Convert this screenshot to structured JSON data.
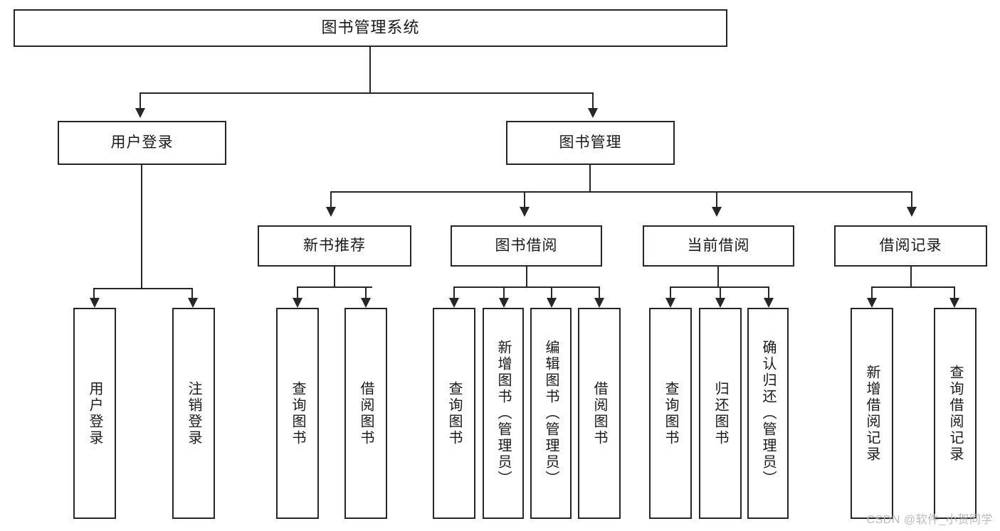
{
  "diagram": {
    "title": "图书管理系统",
    "type": "tree-hierarchy-diagram",
    "colors": {
      "stroke": "#262626",
      "fill": "#ffffff",
      "watermark": "#b9b9b9"
    },
    "root": {
      "label": "图书管理系统"
    },
    "level2": [
      {
        "label": "用户登录"
      },
      {
        "label": "图书管理"
      }
    ],
    "level3": [
      {
        "label": "新书推荐"
      },
      {
        "label": "图书借阅"
      },
      {
        "label": "当前借阅"
      },
      {
        "label": "借阅记录"
      }
    ],
    "leaves": {
      "user_login": [
        {
          "label": "用户登录"
        },
        {
          "label": "注销登录"
        }
      ],
      "new_book_recommend": [
        {
          "label": "查询图书"
        },
        {
          "label": "借阅图书"
        }
      ],
      "book_borrow": [
        {
          "label": "查询图书"
        },
        {
          "label": "新增图书（管理员）"
        },
        {
          "label": "编辑图书（管理员）"
        },
        {
          "label": "借阅图书"
        }
      ],
      "current_borrow": [
        {
          "label": "查询图书"
        },
        {
          "label": "归还图书"
        },
        {
          "label": "确认归还（管理员）"
        }
      ],
      "borrow_record": [
        {
          "label": "新增借阅记录"
        },
        {
          "label": "查询借阅记录"
        }
      ]
    }
  },
  "watermark": {
    "text": "CSDN @软件_小贺同学"
  }
}
